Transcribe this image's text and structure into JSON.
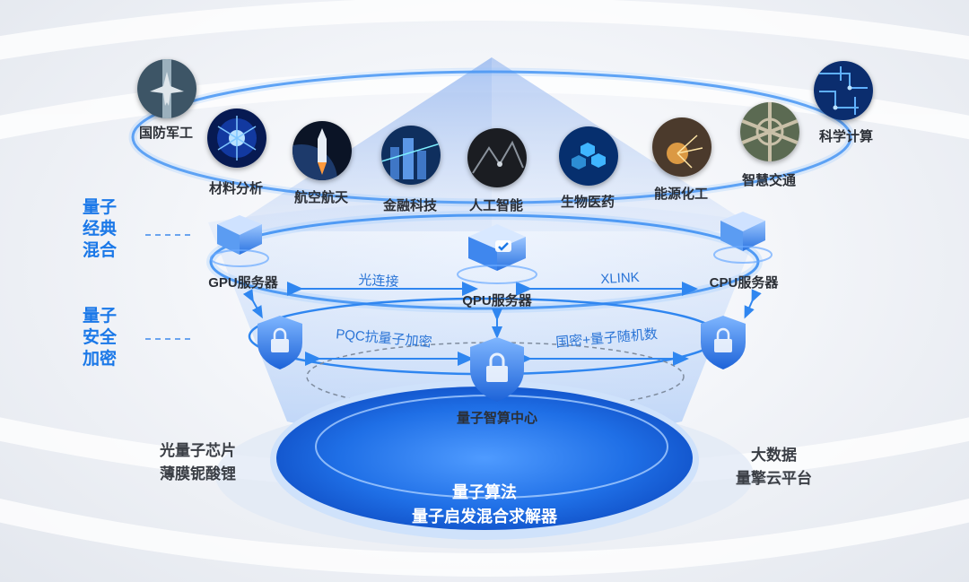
{
  "applications": [
    {
      "label": "国防军工",
      "icon": "fighter-jet-icon"
    },
    {
      "label": "材料分析",
      "icon": "plasma-sphere-icon"
    },
    {
      "label": "航空航天",
      "icon": "rocket-launch-icon"
    },
    {
      "label": "金融科技",
      "icon": "city-network-icon"
    },
    {
      "label": "人工智能",
      "icon": "ai-chip-icon"
    },
    {
      "label": "生物医药",
      "icon": "molecule-icon"
    },
    {
      "label": "能源化工",
      "icon": "industrial-sparks-icon"
    },
    {
      "label": "智慧交通",
      "icon": "highway-interchange-icon"
    },
    {
      "label": "科学计算",
      "icon": "circuit-board-icon"
    }
  ],
  "layers": {
    "hybrid": {
      "lines": [
        "量子",
        "经典",
        "混合"
      ]
    },
    "security": {
      "lines": [
        "量子",
        "安全",
        "加密"
      ]
    }
  },
  "nodes": {
    "gpu": "GPU服务器",
    "qpu": "QPU服务器",
    "cpu": "CPU服务器",
    "center": "量子智算中心"
  },
  "links": {
    "optical": "光连接",
    "xlink": "XLINK",
    "pqc": "PQC抗量子加密",
    "national": "国密+量子随机数"
  },
  "left_note": [
    "光量子芯片",
    "薄膜铌酸锂"
  ],
  "right_note": [
    "大数据",
    "量擎云平台"
  ],
  "core": {
    "line1": "量子算法",
    "line2": "量子启发混合求解器"
  },
  "colors": {
    "accent": "#1a78e8",
    "ring": "#2f86f0",
    "core": "#1663e0"
  }
}
